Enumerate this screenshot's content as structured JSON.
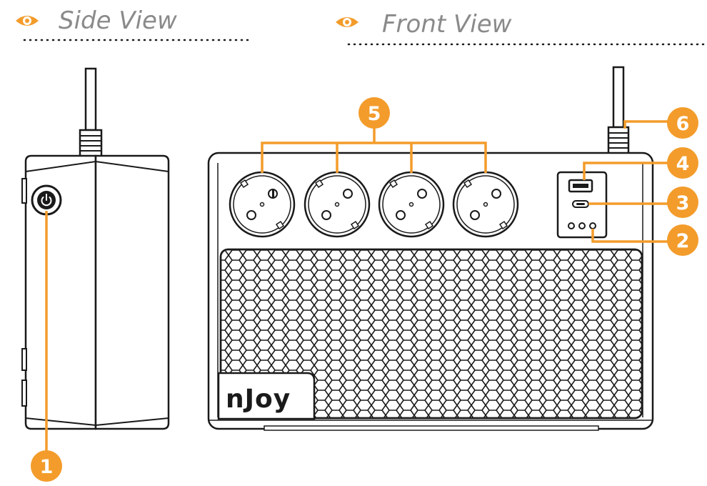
{
  "colors": {
    "accent": "#f39c2b",
    "outline": "#1a1a1a",
    "title_gray": "#8a8a8a",
    "background": "#ffffff"
  },
  "header": {
    "side_view_title": "Side View",
    "front_view_title": "Front View",
    "title_icon": "eye-icon"
  },
  "brand": {
    "logo_text": "nJoy"
  },
  "callouts": [
    {
      "number": "1",
      "target": "power-button"
    },
    {
      "number": "2",
      "target": "status-leds"
    },
    {
      "number": "3",
      "target": "usb-c-port"
    },
    {
      "number": "4",
      "target": "usb-a-port"
    },
    {
      "number": "5",
      "target": "schuko-sockets"
    },
    {
      "number": "6",
      "target": "power-cord"
    }
  ],
  "sockets": {
    "count": 4,
    "type": "schuko-socket-icon"
  },
  "status_leds": {
    "count": 3
  }
}
